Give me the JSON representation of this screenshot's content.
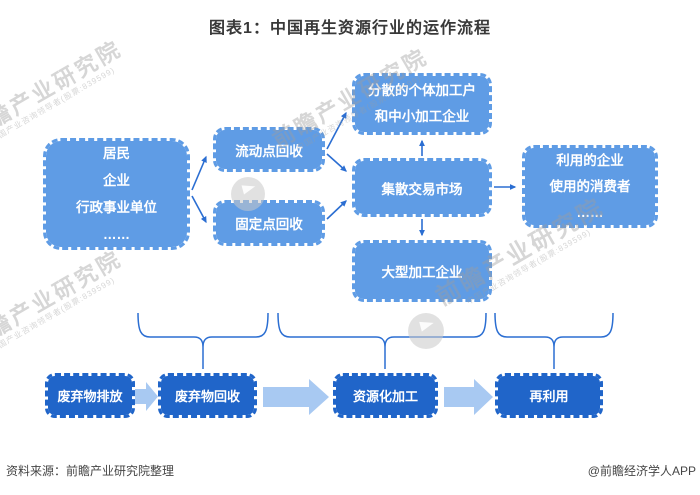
{
  "title": "图表1：中国再生资源行业的运作流程",
  "colors": {
    "box_light": "#5f9ce5",
    "box_dark": "#2065c9",
    "line_arrow": "#2b6ed2",
    "block_arrow": "#a8c9f2",
    "title_text": "#383838",
    "watermark_gray": "#9e9e9e"
  },
  "flow": {
    "source": {
      "lines": [
        "居民",
        "企业",
        "行政事业单位",
        "……"
      ]
    },
    "mobile_recycle": {
      "label": "流动点回收"
    },
    "fixed_recycle": {
      "label": "固定点回收"
    },
    "scattered": {
      "lines": [
        "分散的个体加工户",
        "和中小加工企业"
      ]
    },
    "market": {
      "label": "集散交易市场"
    },
    "large": {
      "label": "大型加工企业"
    },
    "users": {
      "lines": [
        "利用的企业",
        "使用的消费者",
        "……"
      ]
    }
  },
  "stages": [
    {
      "label": "废弃物排放"
    },
    {
      "label": "废弃物回收"
    },
    {
      "label": "资源化加工"
    },
    {
      "label": "再利用"
    }
  ],
  "watermarks": {
    "brand": "前瞻产业研究院",
    "sub": "中国产业咨询领导者(股票:839599)"
  },
  "footer": {
    "source": "资料来源：前瞻产业研究院整理",
    "credit": "@前瞻经济学人APP"
  }
}
